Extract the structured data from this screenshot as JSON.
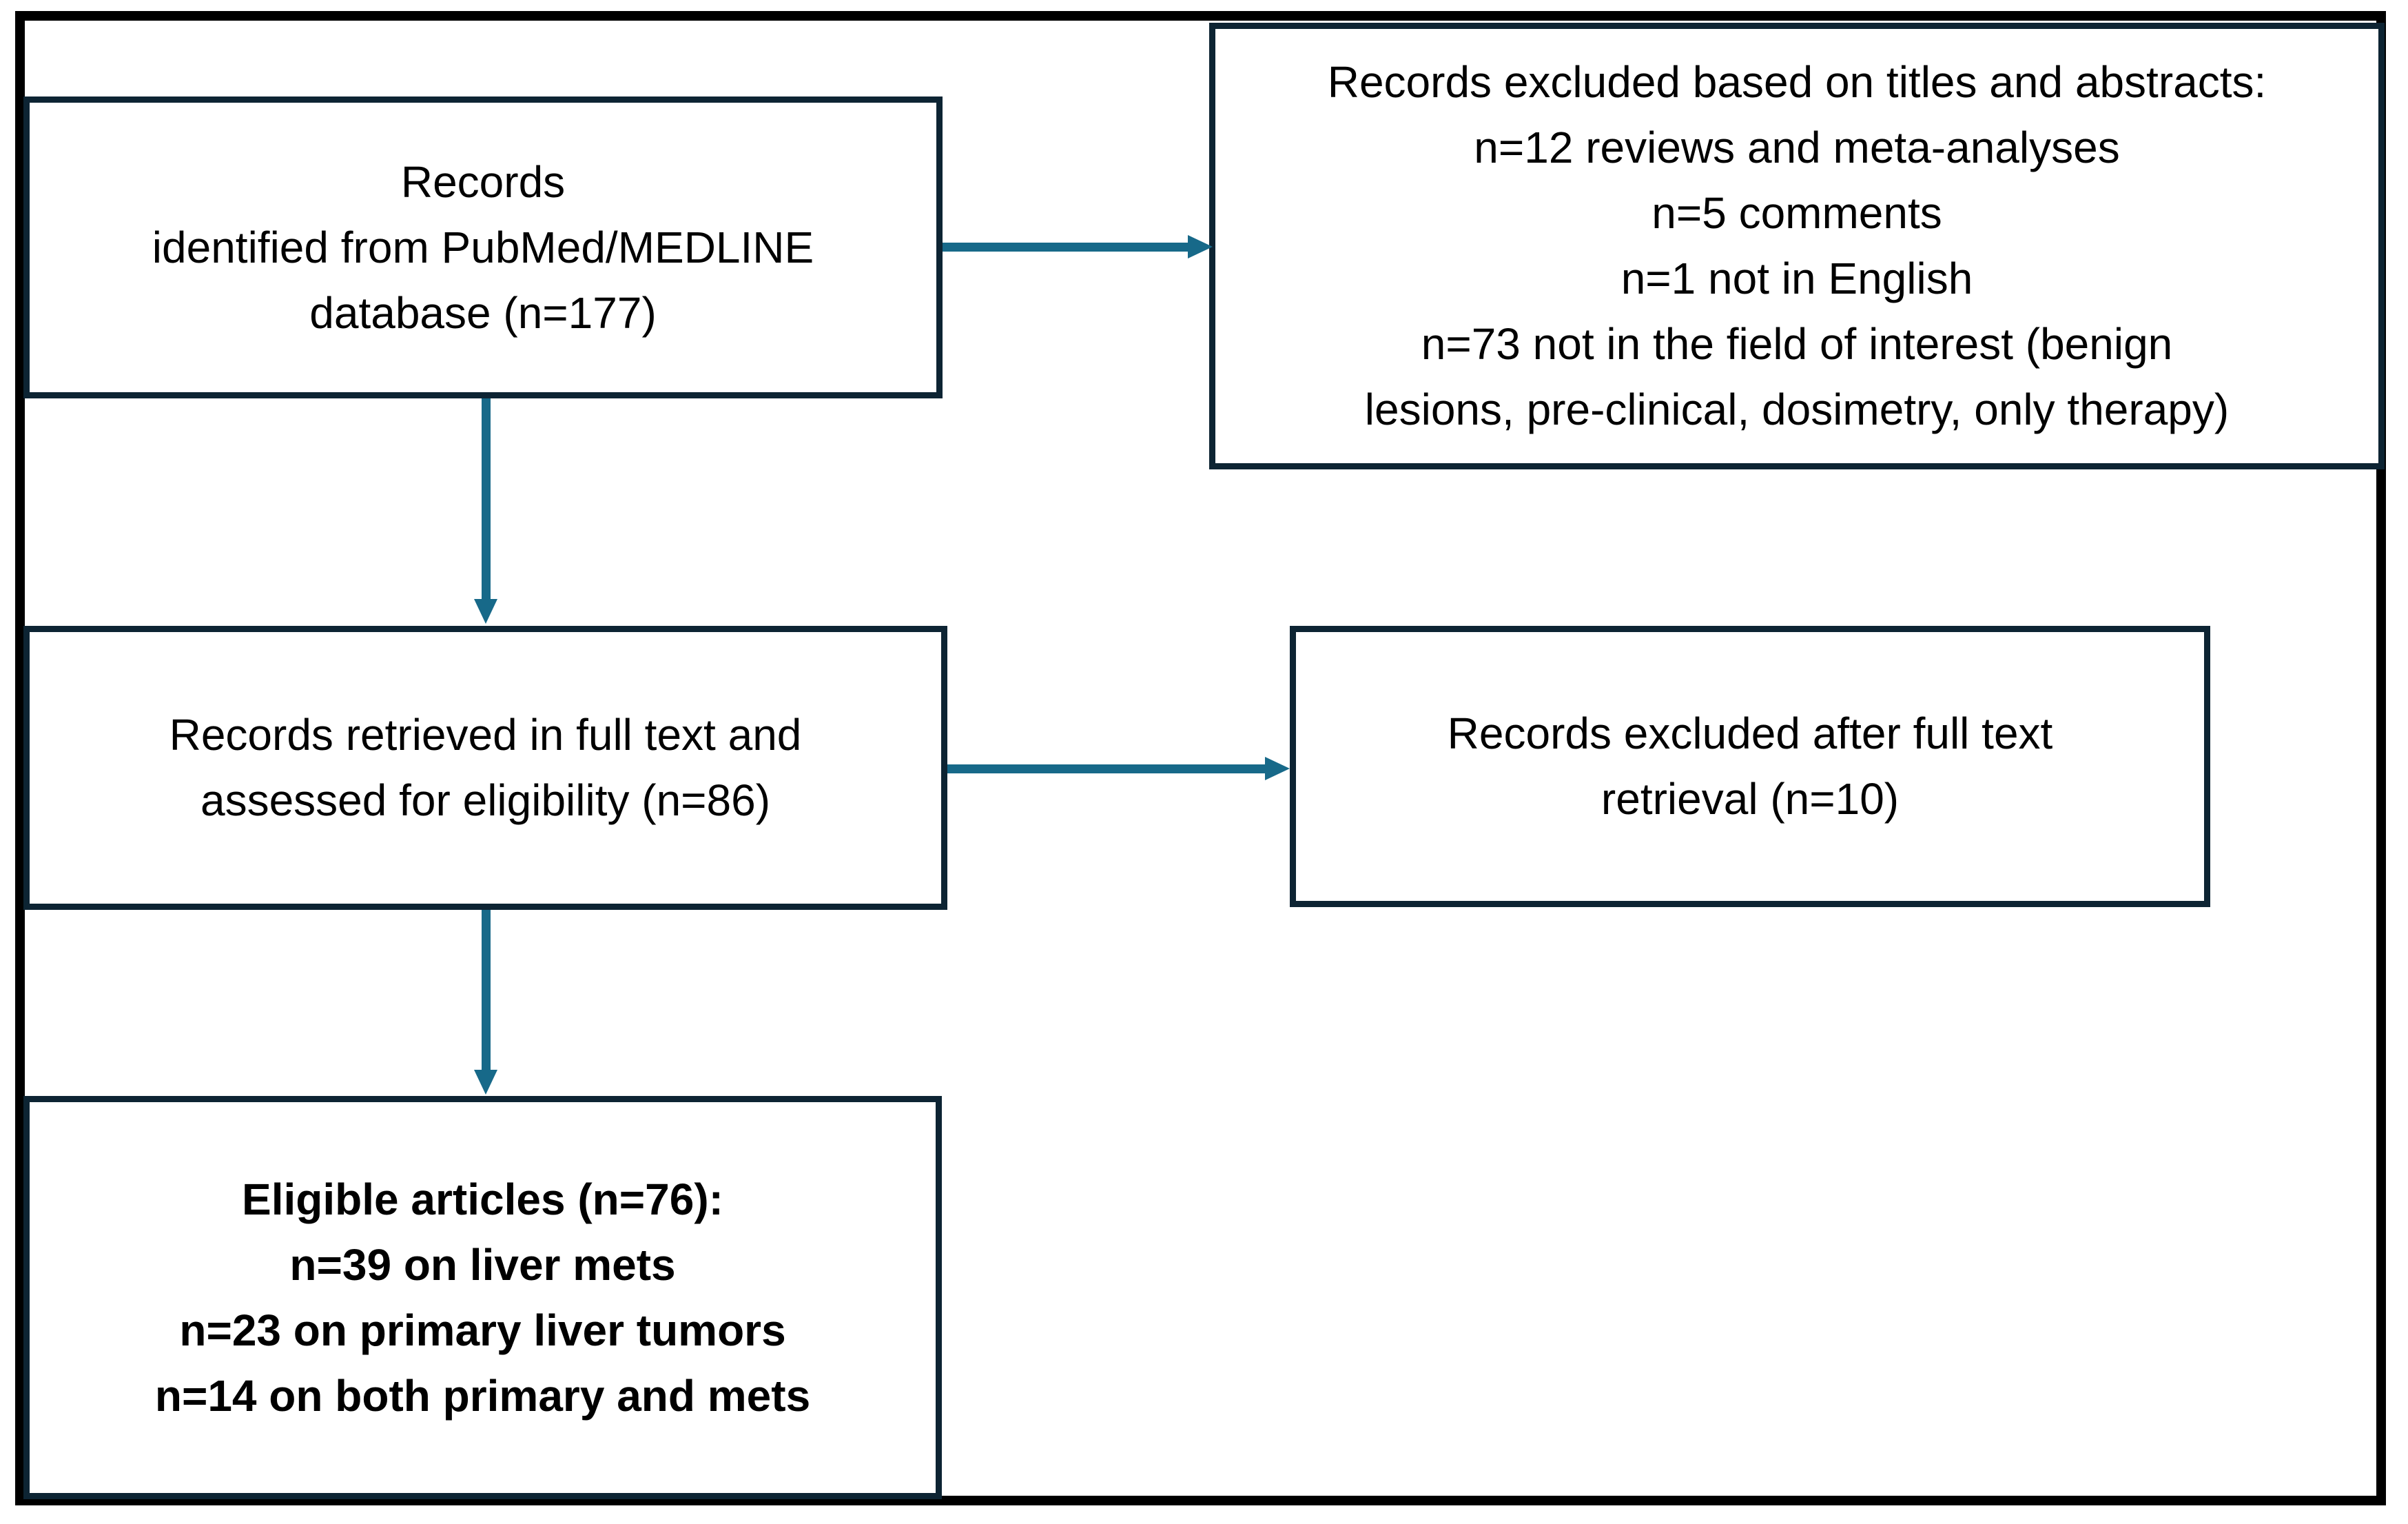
{
  "figure": {
    "kind": "flow-diagram"
  },
  "colors": {
    "background": "#ffffff",
    "outer_frame": "#000000",
    "box_border": "#0d2433",
    "arrow": "#176989",
    "text": "#000000"
  },
  "boxes": {
    "identification": {
      "lines": [
        "Records",
        "identified from PubMed/MEDLINE",
        "database (n=177)"
      ]
    },
    "excluded_titles_abstracts": {
      "lines": [
        "Records excluded based on titles and abstracts:",
        "n=12 reviews and meta-analyses",
        "n=5 comments",
        "n=1 not in English",
        "n=73 not in the field of interest (benign",
        "lesions, pre-clinical, dosimetry, only therapy)"
      ]
    },
    "full_text_assessed": {
      "lines": [
        "Records retrieved in full text and",
        "assessed for eligibility (n=86)"
      ]
    },
    "excluded_full_text": {
      "lines": [
        "Records excluded after full text",
        "retrieval (n=10)"
      ]
    },
    "eligible": {
      "lines": [
        "Eligible articles (n=76):",
        "n=39 on liver mets",
        "n=23 on primary liver tumors",
        "n=14 on both primary and mets"
      ]
    }
  }
}
